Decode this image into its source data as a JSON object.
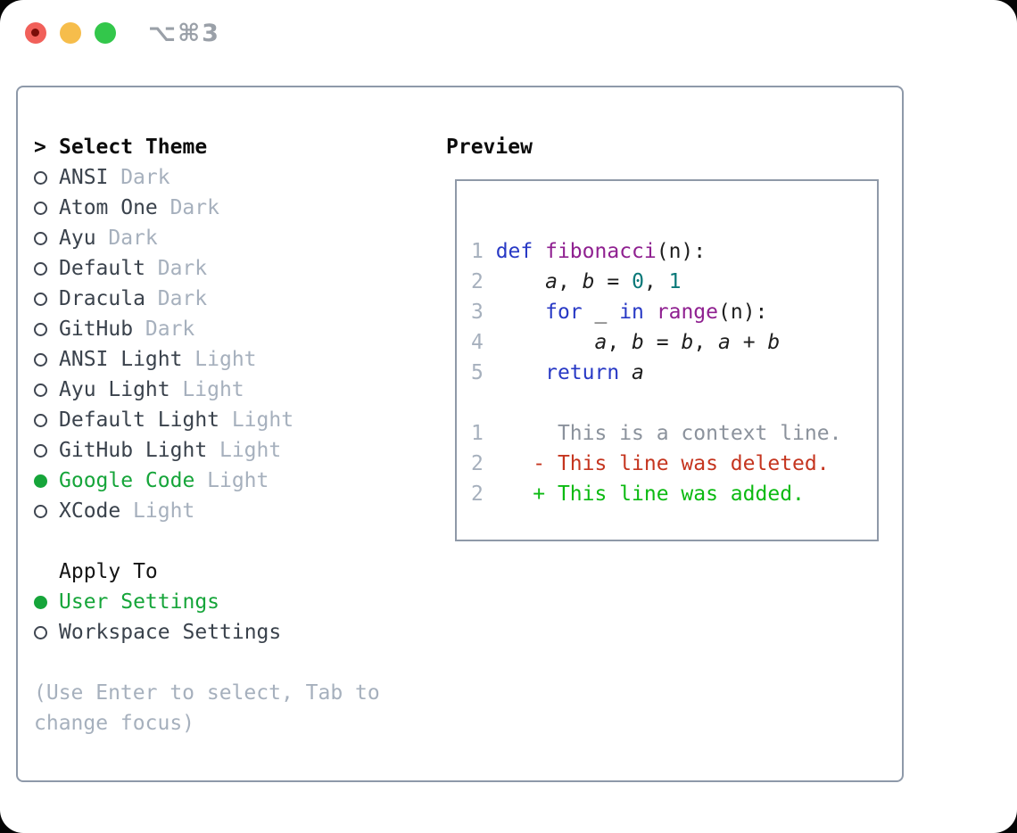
{
  "window": {
    "title": "⌥⌘3"
  },
  "traffic_lights": {
    "red": "#f1605a",
    "yellow": "#f6bd4b",
    "green": "#33c74b"
  },
  "colors": {
    "selection_green": "#16a53a",
    "panel_border": "#8e99a9",
    "keyword_blue": "#2839c5",
    "function_purple": "#8f2090",
    "literal_teal": "#0a7878",
    "deleted_red": "#c5351f",
    "added_green": "#0cba12",
    "muted_gray": "#a6b0bd"
  },
  "theme_list": {
    "header_prefix": ">",
    "header": "Select Theme",
    "items": [
      {
        "name": "ANSI",
        "variant": "Dark",
        "selected": false
      },
      {
        "name": "Atom One",
        "variant": "Dark",
        "selected": false
      },
      {
        "name": "Ayu",
        "variant": "Dark",
        "selected": false
      },
      {
        "name": "Default",
        "variant": "Dark",
        "selected": false
      },
      {
        "name": "Dracula",
        "variant": "Dark",
        "selected": false
      },
      {
        "name": "GitHub",
        "variant": "Dark",
        "selected": false
      },
      {
        "name": "ANSI Light",
        "variant": "Light",
        "selected": false
      },
      {
        "name": "Ayu Light",
        "variant": "Light",
        "selected": false
      },
      {
        "name": "Default Light",
        "variant": "Light",
        "selected": false
      },
      {
        "name": "GitHub Light",
        "variant": "Light",
        "selected": false
      },
      {
        "name": "Google Code",
        "variant": "Light",
        "selected": true
      },
      {
        "name": "XCode",
        "variant": "Light",
        "selected": false
      }
    ]
  },
  "apply_to": {
    "label": "Apply To",
    "options": [
      {
        "name": "User Settings",
        "selected": true
      },
      {
        "name": "Workspace Settings",
        "selected": false
      }
    ]
  },
  "help_lines": [
    "(Use Enter to select, Tab to",
    "change focus)"
  ],
  "preview": {
    "label": "Preview",
    "lines": [
      [
        {
          "t": "1 ",
          "c": "num"
        },
        {
          "t": "def",
          "c": "kw"
        },
        {
          "t": " "
        },
        {
          "t": "fibonacci",
          "c": "fn"
        },
        {
          "t": "(n):"
        }
      ],
      [
        {
          "t": "2 ",
          "c": "num"
        },
        {
          "t": "    "
        },
        {
          "t": "a",
          "c": "var"
        },
        {
          "t": ", "
        },
        {
          "t": "b",
          "c": "var"
        },
        {
          "t": " = "
        },
        {
          "t": "0",
          "c": "lit"
        },
        {
          "t": ", "
        },
        {
          "t": "1",
          "c": "lit"
        }
      ],
      [
        {
          "t": "3 ",
          "c": "num"
        },
        {
          "t": "    "
        },
        {
          "t": "for",
          "c": "kw"
        },
        {
          "t": " _ "
        },
        {
          "t": "in",
          "c": "kw"
        },
        {
          "t": " "
        },
        {
          "t": "range",
          "c": "fn"
        },
        {
          "t": "(n):"
        }
      ],
      [
        {
          "t": "4 ",
          "c": "num"
        },
        {
          "t": "        "
        },
        {
          "t": "a",
          "c": "var"
        },
        {
          "t": ", "
        },
        {
          "t": "b",
          "c": "var"
        },
        {
          "t": " = "
        },
        {
          "t": "b",
          "c": "var"
        },
        {
          "t": ", "
        },
        {
          "t": "a",
          "c": "var"
        },
        {
          "t": " + "
        },
        {
          "t": "b",
          "c": "var"
        }
      ],
      [
        {
          "t": "5 ",
          "c": "num"
        },
        {
          "t": "    "
        },
        {
          "t": "return",
          "c": "kw"
        },
        {
          "t": " "
        },
        {
          "t": "a",
          "c": "var"
        }
      ],
      [],
      [
        {
          "t": "1 ",
          "c": "num"
        },
        {
          "t": "     "
        },
        {
          "t": "This is a context line.",
          "c": "ctx"
        }
      ],
      [
        {
          "t": "2 ",
          "c": "num"
        },
        {
          "t": "   "
        },
        {
          "t": "- This line was deleted.",
          "c": "del"
        }
      ],
      [
        {
          "t": "2 ",
          "c": "num"
        },
        {
          "t": "   "
        },
        {
          "t": "+ This line was added.",
          "c": "add"
        }
      ]
    ]
  }
}
